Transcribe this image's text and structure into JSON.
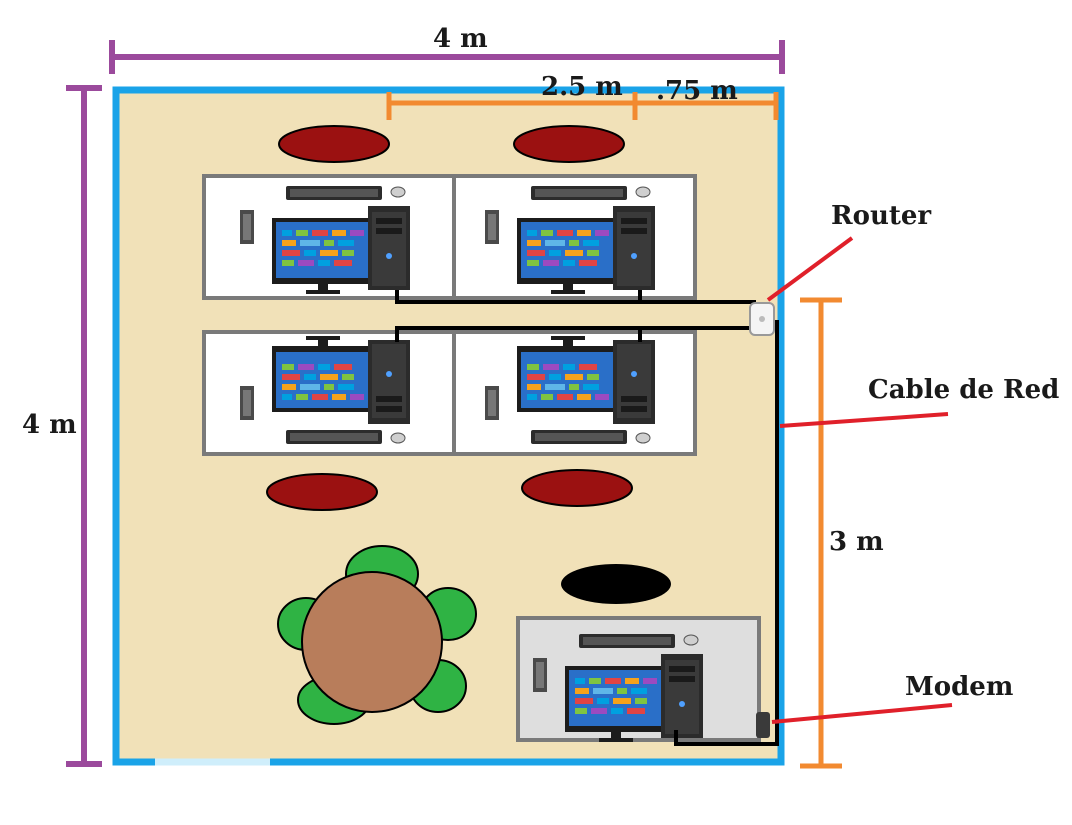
{
  "labels": {
    "top_width": "4 m",
    "left_height": "4 m",
    "seg_a": "2.5 m",
    "seg_b": ".75 m",
    "right_height": "3 m",
    "router": "Router",
    "cable": "Cable de Red",
    "modem": "Modem"
  },
  "colors": {
    "floor": "#f1e1b8",
    "wall": "#1aa3e8",
    "dimension_purple": "#9b4a9c",
    "dimension_orange": "#f28a30",
    "pointer_red": "#e0202a",
    "chair_red": "#9b1111",
    "table_brown": "#b87d5b",
    "plant_green": "#2fb344",
    "desk_border": "#7a7a7a",
    "cable_black": "#000000"
  }
}
